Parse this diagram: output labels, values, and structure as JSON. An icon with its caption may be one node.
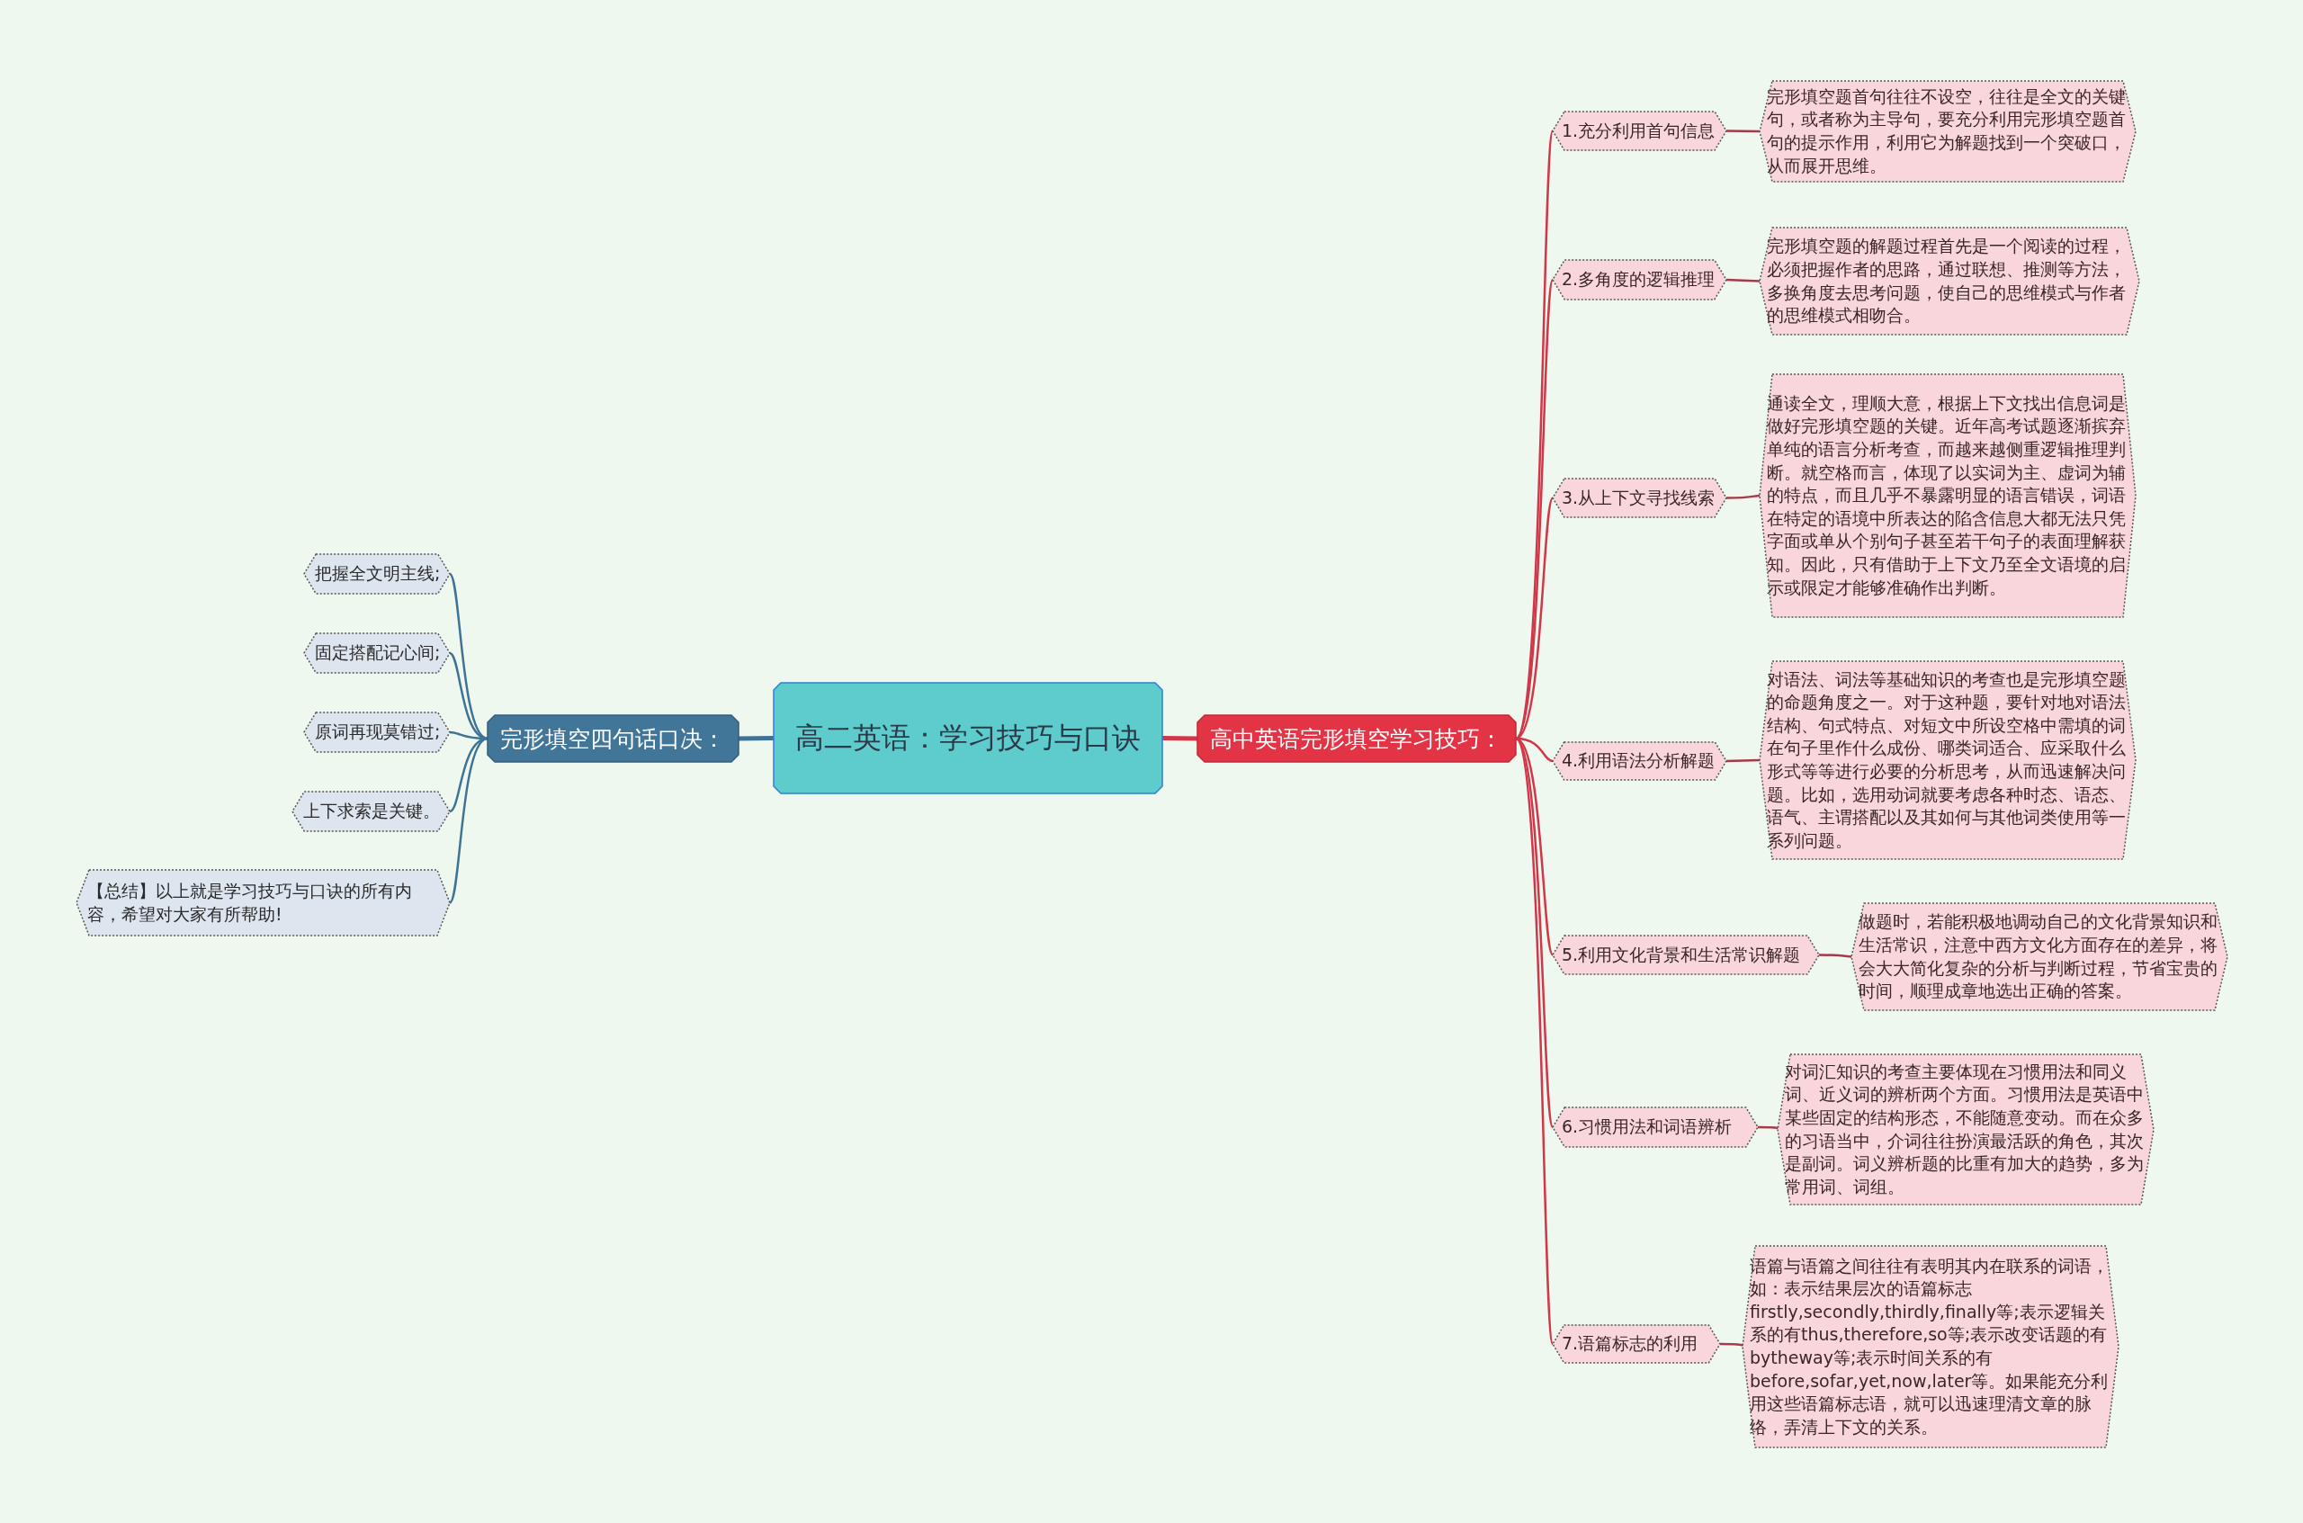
{
  "diagram": {
    "nodes": [
      {
        "text": [
          "高二英语：学习技巧与口诀"
        ]
      },
      {
        "text": [
          "高中英语完形填空学习技巧："
        ]
      },
      {
        "text": [
          "1.充分利用首句信息"
        ]
      },
      {
        "text": [
          "完形填空题首句往往不设空，往往是全文的关键句，或者称为主导句，要充分利用完形填空题首句的提示作用，利用它为解题找到一个突破口，从而展开思维。"
        ]
      },
      {
        "text": [
          "2.多角度的逻辑推理"
        ]
      },
      {
        "text": [
          "完形填空题的解题过程首先是一个阅读的过程，必须把握作者的思路，通过联想、推测等方法，多换角度去思考问题，使自己的思维模式与作者的思维模式相吻合。"
        ]
      },
      {
        "text": [
          "3.从上下文寻找线索"
        ]
      },
      {
        "text": [
          "通读全文，理顺大意，根据上下文找出信息词是做好完形填空题的关键。近年高考试题逐渐摈弃单纯的语言分析考查，而越来越侧重逻辑推理判断。就空格而言，体现了以实词为主、虚词为辅的特点，而且几乎不暴露明显的语言错误，词语在特定的语境中所表达的陷含信息大都无法只凭字面或单从个别句子甚至若干句子的表面理解获知。因此，只有借助于上下文乃至全文语境的启示或限定才能够准确作出判断。"
        ]
      },
      {
        "text": [
          "4.利用语法分析解题"
        ]
      },
      {
        "text": [
          "对语法、词法等基础知识的考查也是完形填空题的命题角度之一。对于这种题，要针对地对语法结构、句式特点、对短文中所设空格中需填的词在句子里作什么成份、哪类词适合、应采取什么形式等等进行必要的分析思考，从而迅速解决问题。比如，选用动词就要考虑各种时态、语态、语气、主谓搭配以及其如何与其他词类使用等一系列问题。"
        ]
      },
      {
        "text": [
          "5.利用文化背景和生活常识解题"
        ]
      },
      {
        "text": [
          "做题时，若能积极地调动自己的文化背景知识和生活常识，注意中西方文化方面存在的差异，将会大大简化复杂的分析与判断过程，节省宝贵的时间，顺理成章地选出正确的答案。"
        ]
      },
      {
        "text": [
          "6.习惯用法和词语辨析"
        ]
      },
      {
        "text": [
          "对词汇知识的考查主要体现在习惯用法和同义词、近义词的辨析两个方面。习惯用法是英语中某些固定的结构形态，不能随意变动。而在众多的习语当中，介词往往扮演最活跃的角色，其次是副词。词义辨析题的比重有加大的趋势，多为常用词、词组。"
        ]
      },
      {
        "text": [
          "7.语篇标志的利用"
        ]
      },
      {
        "text": [
          "语篇与语篇之间往往有表明其内在联系的词语，如：表示结果层次的语篇标志firstly,secondly,thirdly,finally等;表示逻辑关系的有thus,therefore,so等;表示改变话题的有bytheway等;表示时间关系的有before,sofar,yet,now,later等。如果能充分利用这些语篇标志语，就可以迅速理清文章的脉络，弄清上下文的关系。"
        ]
      },
      {
        "text": [
          "完形填空四句话口决："
        ]
      },
      {
        "text": [
          "把握全文明主线;"
        ]
      },
      {
        "text": [
          "固定搭配记心间;"
        ]
      },
      {
        "text": [
          "原词再现莫错过;"
        ]
      },
      {
        "text": [
          "上下求索是关键。"
        ]
      },
      {
        "text": [
          "【总结】以上就是学习技巧与口诀的所有内容，希望对大家有所帮助!"
        ]
      }
    ],
    "edges": [
      {
        "from": 0,
        "to": 1,
        "arrow": "none"
      },
      {
        "from": 1,
        "to": 2,
        "arrow": "none"
      },
      {
        "from": 2,
        "to": 3,
        "arrow": "none"
      },
      {
        "from": 1,
        "to": 4,
        "arrow": "none"
      },
      {
        "from": 4,
        "to": 5,
        "arrow": "none"
      },
      {
        "from": 1,
        "to": 6,
        "arrow": "none"
      },
      {
        "from": 6,
        "to": 7,
        "arrow": "none"
      },
      {
        "from": 1,
        "to": 8,
        "arrow": "none"
      },
      {
        "from": 8,
        "to": 9,
        "arrow": "none"
      },
      {
        "from": 1,
        "to": 10,
        "arrow": "none"
      },
      {
        "from": 10,
        "to": 11,
        "arrow": "none"
      },
      {
        "from": 1,
        "to": 12,
        "arrow": "none"
      },
      {
        "from": 12,
        "to": 13,
        "arrow": "none"
      },
      {
        "from": 1,
        "to": 14,
        "arrow": "none"
      },
      {
        "from": 14,
        "to": 15,
        "arrow": "none"
      },
      {
        "from": 0,
        "to": 16,
        "arrow": "none",
        "color": "#3f7396"
      },
      {
        "from": 16,
        "to": 17,
        "arrow": "none",
        "color": "#3f7396"
      },
      {
        "from": 16,
        "to": 18,
        "arrow": "none",
        "color": "#3f7396"
      },
      {
        "from": 16,
        "to": 19,
        "arrow": "none",
        "color": "#3f7396"
      },
      {
        "from": 16,
        "to": 20,
        "arrow": "none",
        "color": "#3f7396"
      },
      {
        "from": 16,
        "to": 21,
        "arrow": "none",
        "color": "#3f7396"
      }
    ]
  }
}
